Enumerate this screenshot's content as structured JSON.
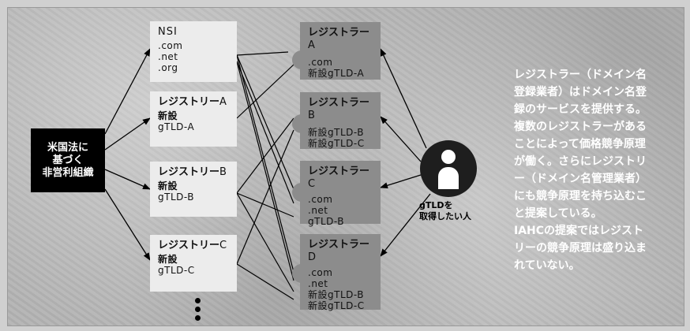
{
  "nonprofit": {
    "lines": [
      "米国法に",
      "基づく",
      "非営利組織"
    ]
  },
  "left_boxes": [
    {
      "title": "NSI",
      "suffix": "",
      "lines": [
        ".com",
        ".net",
        ".org"
      ],
      "bold_prefix": [
        "",
        "",
        ""
      ]
    },
    {
      "title": "レジストリー",
      "suffix": "A",
      "lines": [
        "新設",
        "gTLD-A"
      ],
      "bold_prefix": [
        "新設",
        ""
      ]
    },
    {
      "title": "レジストリー",
      "suffix": "B",
      "lines": [
        "新設",
        "gTLD-B"
      ],
      "bold_prefix": [
        "新設",
        ""
      ]
    },
    {
      "title": "レジストリー",
      "suffix": "C",
      "lines": [
        "新設",
        "gTLD-C"
      ],
      "bold_prefix": [
        "新設",
        ""
      ]
    }
  ],
  "right_boxes": [
    {
      "title": "レジストラー",
      "suffix": "A",
      "lines": [
        ".com",
        "新設gTLD-A"
      ]
    },
    {
      "title": "レジストラー",
      "suffix": "B",
      "lines": [
        "新設gTLD-B",
        "新設gTLD-C"
      ]
    },
    {
      "title": "レジストラー",
      "suffix": "C",
      "lines": [
        ".com",
        ".net",
        "gTLD-B"
      ]
    },
    {
      "title": "レジストラー",
      "suffix": "D",
      "lines": [
        ".com",
        ".net",
        "新設gTLD-B",
        "新設gTLD-C"
      ]
    }
  ],
  "person": {
    "caption_line1": "gTLDを",
    "caption_line2": "取得したい人"
  },
  "description": {
    "lines": [
      "レジストラー（ドメイン名",
      "登録業者）はドメイン名登",
      "録のサービスを提供する。",
      "複数のレジストラーがある",
      "ことによって価格競争原理",
      "が働く。さらにレジストリ",
      "ー（ドメイン名管理業者）",
      "にも競争原理を持ち込むこ",
      "と提案している。",
      "IAHCの提案ではレジスト",
      "リーの競争原理は盛り込ま",
      "れていない。"
    ]
  }
}
